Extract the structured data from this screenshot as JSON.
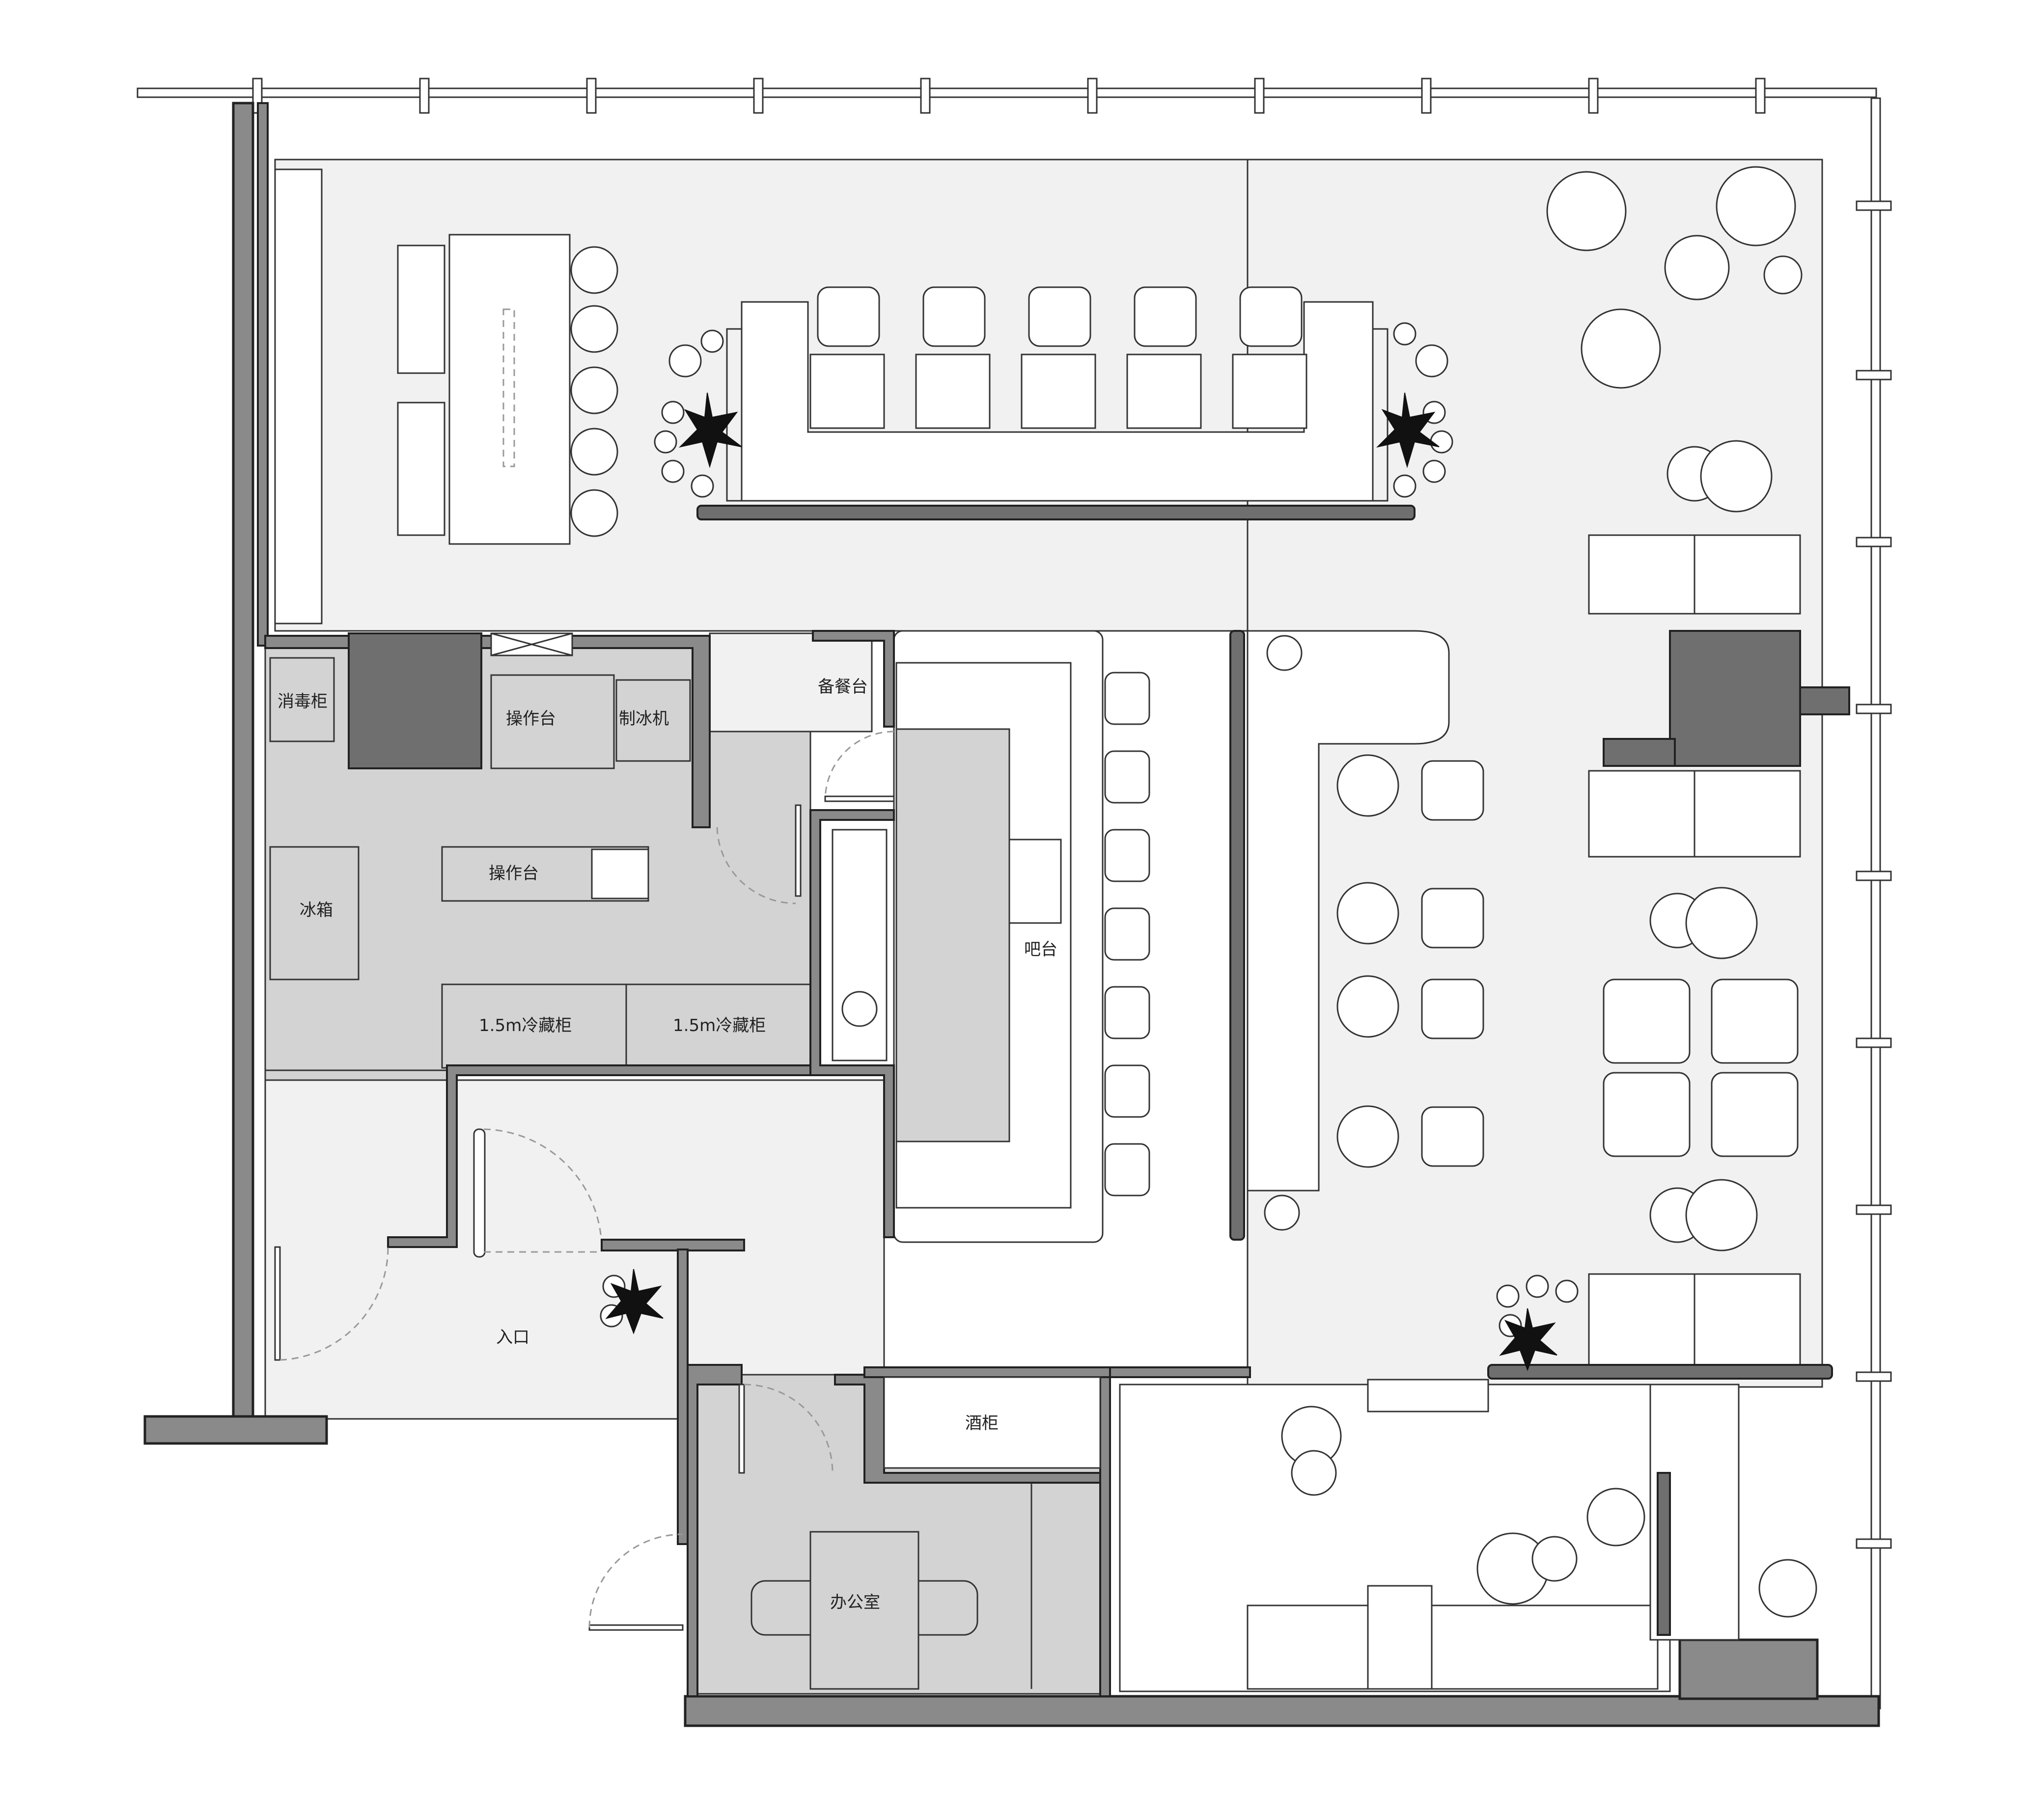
{
  "labels": {
    "sterilizer": "消毒柜",
    "work_table_1": "操作台",
    "ice_maker": "制冰机",
    "work_table_2": "操作台",
    "fridge": "冰箱",
    "cold_cabinet_1": "1.5m冷藏柜",
    "cold_cabinet_2": "1.5m冷藏柜",
    "service_station": "备餐台",
    "bar": "吧台",
    "entrance": "入口",
    "wine_cabinet": "酒柜",
    "office": "办公室"
  },
  "colors": {
    "wall": "#8a8a8a",
    "floor_light": "#f1f1f1",
    "floor_gray": "#d3d3d3",
    "dark_block": "#6f6f6f",
    "line": "#333333"
  }
}
